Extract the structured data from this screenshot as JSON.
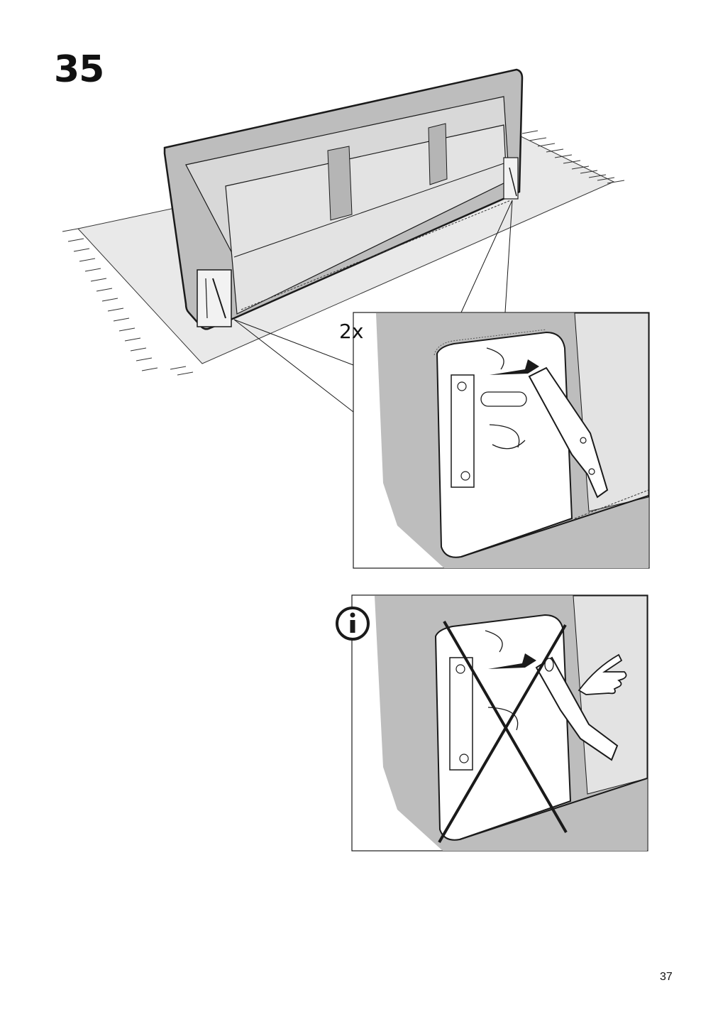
{
  "step": {
    "number": "35"
  },
  "detail_top": {
    "quantity_label": "2x"
  },
  "detail_bottom": {
    "info_icon": "info-icon",
    "warning": "incorrect-orientation-cross"
  },
  "page": {
    "number": "37"
  },
  "colors": {
    "ink": "#1a1a1a",
    "fabric": "#bdbdbd",
    "panel": "#e3e3e3",
    "floor": "#e9e9e9"
  }
}
